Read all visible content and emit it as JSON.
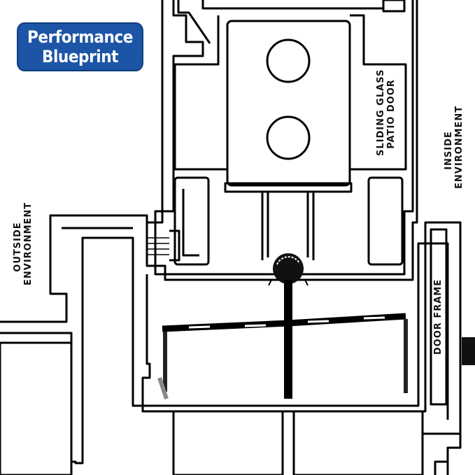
{
  "badge": {
    "line1": "Performance",
    "line2": "Blueprint",
    "color": "#1c55a5"
  },
  "labels": {
    "sliding_door_line1": "SLIDING GLASS",
    "sliding_door_line2": "PATIO DOOR",
    "inside_line1": "INSIDE",
    "inside_line2": "ENVIRONMENT",
    "outside_line1": "OUTSIDE",
    "outside_line2": "ENVIRONMENT",
    "door_frame": "DOOR FRAME"
  }
}
